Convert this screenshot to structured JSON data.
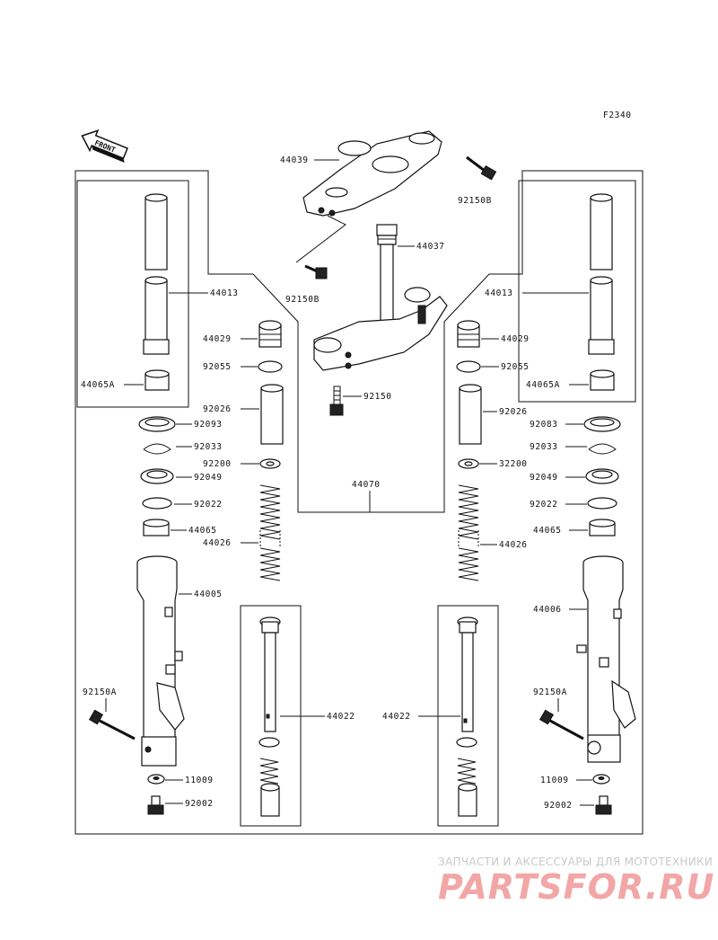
{
  "figure_code": "F2340",
  "front_label": "FRONT",
  "watermark": {
    "line1": "ЗАПЧАСТИ И АКСЕССУАРЫ ДЛЯ МОТОТЕХНИКИ",
    "line2": "PARTSFOR.RU"
  },
  "labels": {
    "p44039": "44039",
    "p92150B_right": "92150B",
    "p92150B_left": "92150B",
    "p44037": "44037",
    "p44013_left": "44013",
    "p44013_right": "44013",
    "p44029_left": "44029",
    "p44029_right": "44029",
    "p92055_left": "92055",
    "p92055_right": "92055",
    "p92150": "92150",
    "p44065A_left": "44065A",
    "p44065A_right": "44065A",
    "p92026_left": "92026",
    "p92026_right": "92026",
    "p92093": "92093",
    "p92083": "92083",
    "p92033_left": "92033",
    "p92033_right": "92033",
    "p92200_left": "92200",
    "p92200_right": "32200",
    "p92049_left": "92049",
    "p92049_right": "92049",
    "p44070": "44070",
    "p92022_left": "92022",
    "p92022_right": "92022",
    "p44065_left": "44065",
    "p44065_right": "44065",
    "p44026_left": "44026",
    "p44026_right": "44026",
    "p44005": "44005",
    "p44006": "44006",
    "p44022_left": "44022",
    "p44022_right": "44022",
    "p92150A_left": "92150A",
    "p92150A_right": "92150A",
    "p11009_left": "11009",
    "p11009_right": "11009",
    "p92002_left": "92002",
    "p92002_right": "92002"
  }
}
